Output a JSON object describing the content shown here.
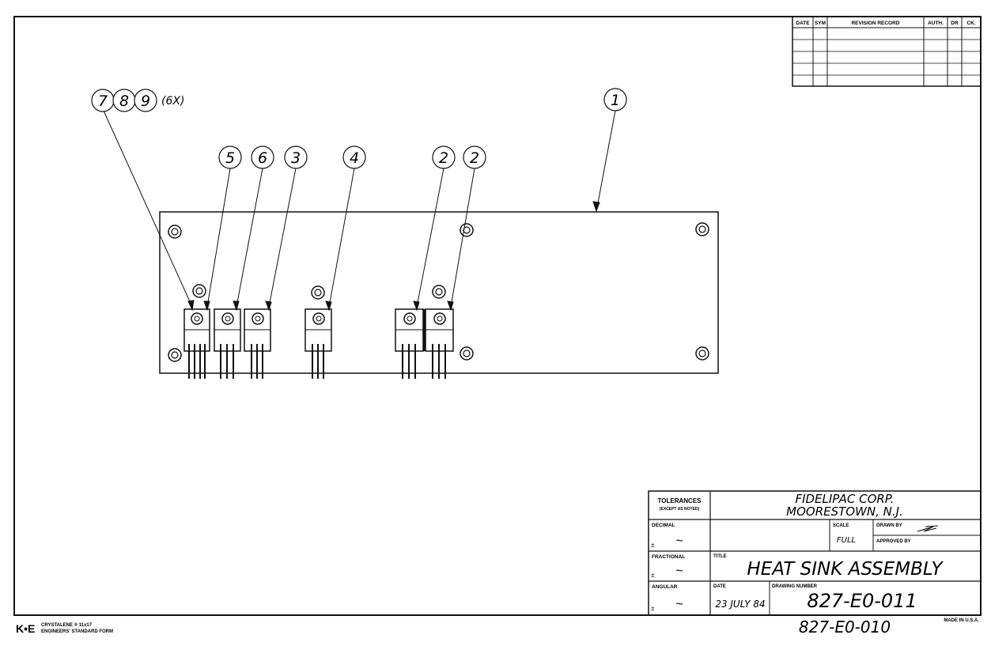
{
  "revision_record": {
    "headers": [
      "DATE",
      "SYM",
      "REVISION RECORD",
      "AUTH.",
      "DR",
      "CK."
    ]
  },
  "callouts": {
    "group_items": [
      "7",
      "8",
      "9"
    ],
    "group_qty": "(6X)",
    "item_1": "1",
    "row": [
      "5",
      "6",
      "3",
      "4",
      "2",
      "2"
    ]
  },
  "title_block": {
    "tolerances_label": "TOLERANCES",
    "tolerances_note": "(EXCEPT AS NOTED)",
    "company_line1": "FIDELIPAC CORP.",
    "company_line2": "MOORESTOWN, N.J.",
    "decimal_label": "DECIMAL",
    "fractional_label": "FRACTIONAL",
    "angular_label": "ANGULAR",
    "plus_minus": "±",
    "tilde": "~",
    "scale_label": "SCALE",
    "scale_value": "FULL",
    "drawn_by_label": "DRAWN BY",
    "approved_by_label": "APPROVED BY",
    "title_label": "TITLE",
    "title_value": "HEAT SINK ASSEMBLY",
    "date_label": "DATE",
    "date_value": "23 JULY 84",
    "drawing_number_label": "DRAWING NUMBER",
    "drawing_number_value": "827-E0-011"
  },
  "footer": {
    "brand_logo": "K•E",
    "form_line1": "CRYSTALENE ® 11x17",
    "form_line2": "ENGINEERS' STANDARD FORM",
    "bottom_number": "827-E0-010",
    "made_in": "MADE IN U.S.A."
  }
}
